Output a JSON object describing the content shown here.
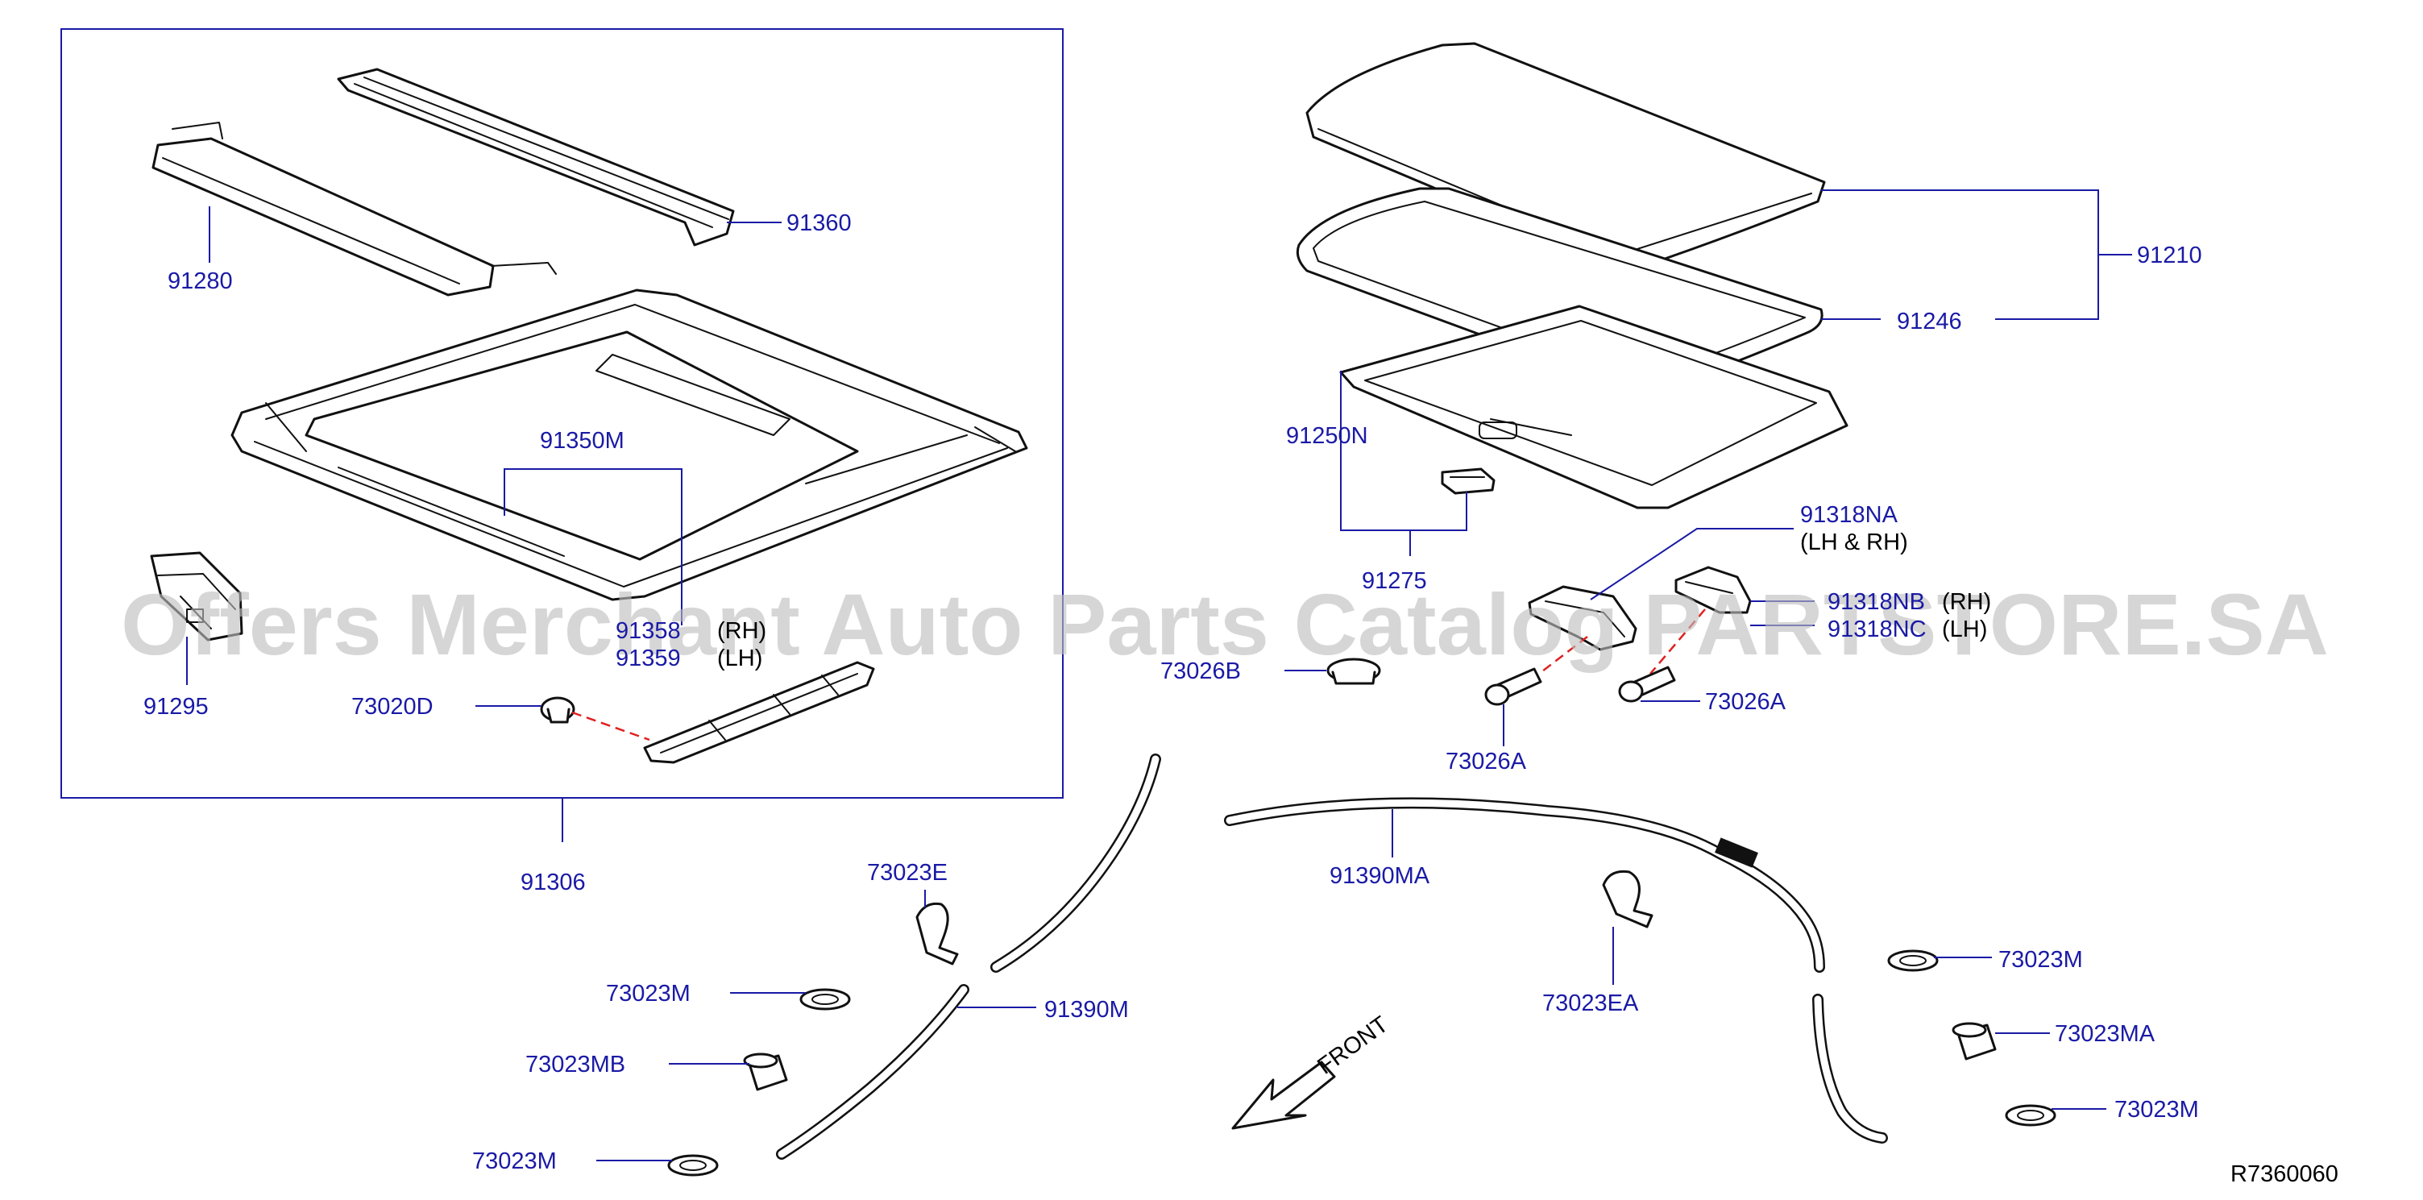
{
  "parts": {
    "p91280": "91280",
    "p91360": "91360",
    "p91350M": "91350M",
    "p91358": "91358",
    "p91358_rh": "(RH)",
    "p91359": "91359",
    "p91359_lh": "(LH)",
    "p91295": "91295",
    "p73020D": "73020D",
    "p91306": "91306",
    "p91210": "91210",
    "p91246": "91246",
    "p91250N": "91250N",
    "p91275": "91275",
    "p91318NA": "91318NA",
    "p91318NA_note": "(LH  &  RH)",
    "p91318NB": "91318NB",
    "p91318NB_rh": "(RH)",
    "p91318NC": "91318NC",
    "p91318NC_lh": "(LH)",
    "p73026B": "73026B",
    "p73026A_right": "73026A",
    "p73026A_bottom": "73026A",
    "p91390MA": "91390MA",
    "p73023E": "73023E",
    "p73023EA": "73023EA",
    "p73023M_1": "73023M",
    "p73023M_2": "73023M",
    "p73023M_3": "73023M",
    "p73023M_4": "73023M",
    "p91390M": "91390M",
    "p73023MB": "73023MB",
    "p73023MA": "73023MA"
  },
  "front_label": "FRONT",
  "diagram_code": "R7360060",
  "watermark": "Offers Merchant Auto Parts Catalog PARTSTORE.SA",
  "colors": {
    "callout": "#1a1aa6",
    "line_art": "#111111",
    "dashed_guide": "#e02020",
    "watermark": "#bdbdbd"
  }
}
